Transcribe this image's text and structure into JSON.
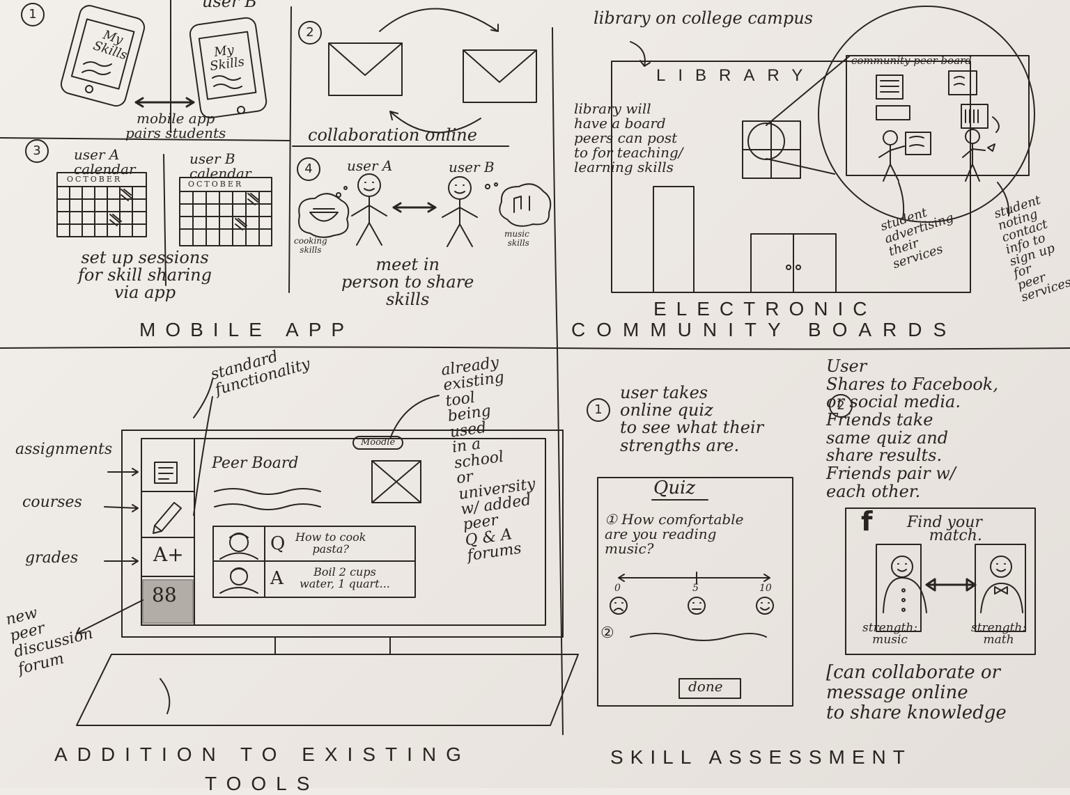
{
  "mobile_app": {
    "step1": "1",
    "user_b_top": "user B",
    "phone_label": "My Skills",
    "pairs_caption": "mobile app\npairs students",
    "step2": "2",
    "collab_caption": "collaboration online",
    "step3": "3",
    "user_a_calendar": "user A\ncalendar",
    "user_b_calendar": "user B\ncalendar",
    "month": "OCTOBER",
    "sessions_caption": "set up sessions\nfor skill sharing\nvia app",
    "step4": "4",
    "user_a": "user A",
    "user_b": "user B",
    "cooking": "cooking\nskills",
    "music": "music\nskills",
    "meet_caption": "meet in\nperson to share\nskills",
    "title": "MOBILE APP"
  },
  "boards": {
    "library_note": "library on college campus",
    "library_sign": "LIBRARY",
    "library_desc": "library will\nhave a board\npeers can post\nto for teaching/\nlearning skills",
    "peer_board": "community peer board",
    "advertising": "student\nadvertising\ntheir\nservices",
    "noting": "student\nnoting\ncontact\ninfo to\nsign up\nfor\npeer\nservices",
    "title_line1": "ELECTRONIC",
    "title_line2": "COMMUNITY BOARDS"
  },
  "existing_tools": {
    "standard": "standard\nfunctionality",
    "already": "already\nexisting\ntool\nbeing\nused\nin a\nschool\nor\nuniversity\nw/ added\npeer\nQ & A\nforums",
    "moodle": "Moodle",
    "peer_board": "Peer Board",
    "assignments": "assignments",
    "courses": "courses",
    "grades": "grades",
    "grade_icon": "A+",
    "forum_icon": "88",
    "new_forum": "new\npeer\ndiscussion\nforum",
    "q_letter": "Q",
    "question": "How to cook\npasta?",
    "a_letter": "A",
    "answer": "Boil 2 cups\nwater, 1 quart...",
    "title_line1": "ADDITION TO EXISTING",
    "title_line2": "TOOLS"
  },
  "skill_assessment": {
    "step1": "1",
    "quiz_caption": "user takes\nonline quiz\nto see what their\nstrengths are.",
    "step2": "2",
    "share_caption": "User\nShares to Facebook,\nor social media.\nFriends take\nsame quiz and\nshare results.\nFriends pair w/\neach other.",
    "quiz_title": "Quiz",
    "q1": "① How comfortable\nare you reading\nmusic?",
    "scale_min": "0",
    "scale_mid": "5",
    "scale_max": "10",
    "q2": "②",
    "done": "done",
    "fb_logo": "f",
    "find_match": "Find your\nmatch.",
    "strength_music": "strength:\nmusic",
    "strength_math": "strength:\nmath",
    "collab_note": "[can collaborate or\nmessage online\nto share knowledge",
    "title": "SKILL ASSESSMENT"
  }
}
